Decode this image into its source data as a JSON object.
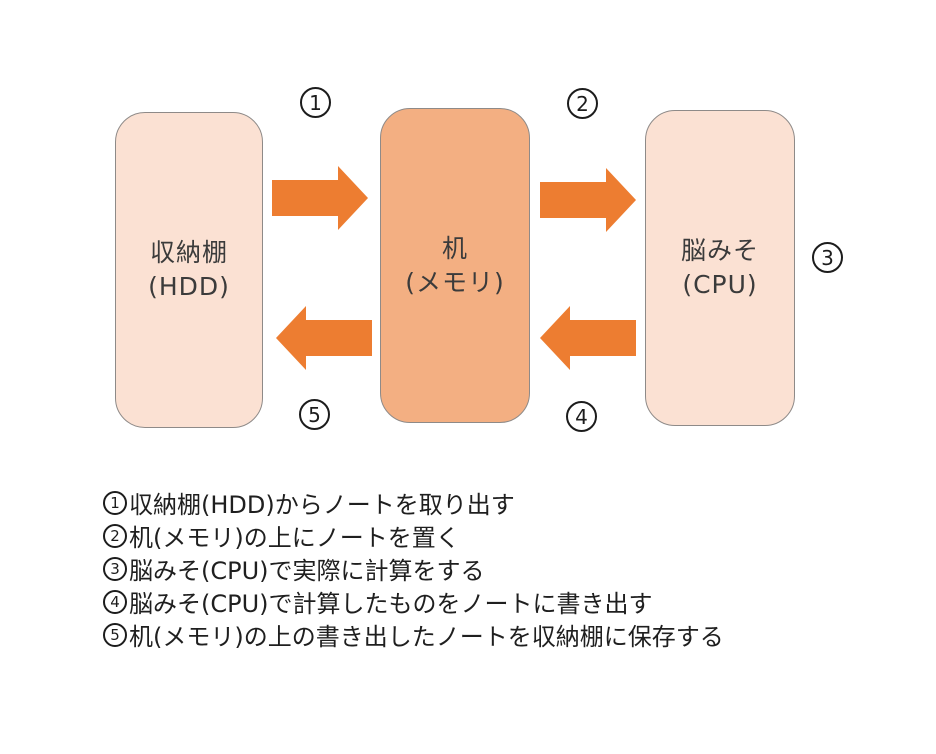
{
  "diagram": {
    "arrow_color": "#ED7D31",
    "node_border_color": "#8e8a88",
    "node_fill_light": "#FBE1D3",
    "node_fill_dark": "#F3AF82",
    "nodes": [
      {
        "id": "hdd",
        "title": "収納棚",
        "subtitle": "(HDD)"
      },
      {
        "id": "memory",
        "title": "机",
        "subtitle": "(メモリ)"
      },
      {
        "id": "cpu",
        "title": "脳みそ",
        "subtitle": "(CPU)"
      }
    ],
    "step_markers": [
      {
        "digit": "1"
      },
      {
        "digit": "2"
      },
      {
        "digit": "3"
      },
      {
        "digit": "4"
      },
      {
        "digit": "5"
      }
    ]
  },
  "legend": {
    "items": [
      {
        "num": "1",
        "text": "収納棚(HDD)からノートを取り出す"
      },
      {
        "num": "2",
        "text": "机(メモリ)の上にノートを置く"
      },
      {
        "num": "3",
        "text": "脳みそ(CPU)で実際に計算をする"
      },
      {
        "num": "4",
        "text": "脳みそ(CPU)で計算したものをノートに書き出す"
      },
      {
        "num": "5",
        "text": "机(メモリ)の上の書き出したノートを収納棚に保存する"
      }
    ]
  }
}
